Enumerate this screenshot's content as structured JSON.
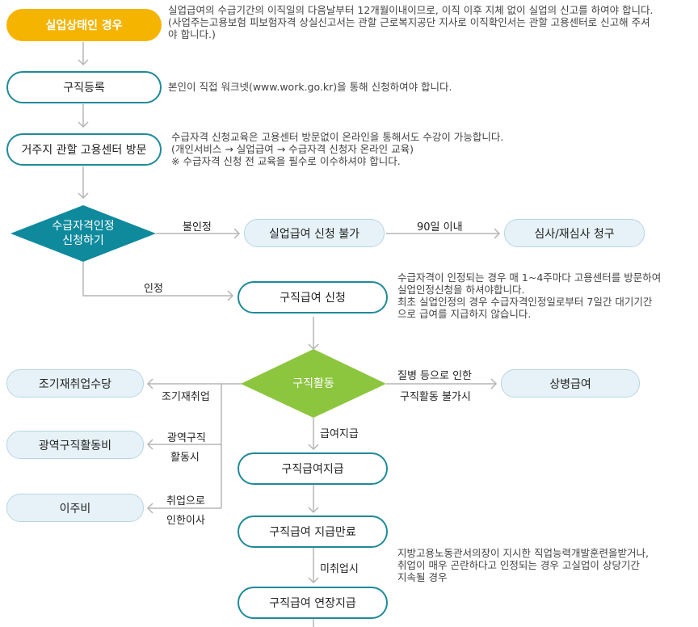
{
  "steps": {
    "unemployed": "실업상태인 경우",
    "job_registration": "구직등록",
    "visit_center": "거주지 관할 고용센터 방문",
    "apply_line1": "수급자격인정",
    "apply_line2": "신청하기",
    "benefit_not_allowed": "실업급여 신청 불가",
    "review_request": "심사/재심사 청구",
    "benefit_apply": "구직급여 신청",
    "job_search": "구직활동",
    "early_reemployment": "조기재취업수당",
    "wide_area": "광역구직활동비",
    "relocation": "이주비",
    "sickness_benefit": "상병급여",
    "benefit_payment": "구직급여지급",
    "benefit_expiry": "구직급여 지급만료",
    "extended_payment": "구직급여 연장지급"
  },
  "labels": {
    "not_approved": "불인정",
    "within_90": "90일 이내",
    "approved": "인정",
    "illness_line1": "질병 등으로 인한",
    "illness_line2": "구직활동 불가시",
    "early_reemp": "조기재취업",
    "wide_line1": "광역구직",
    "wide_line2": "활동시",
    "move_line1": "취업으로",
    "move_line2": "인한이사",
    "payment": "급여지급",
    "not_employed": "미취업시"
  },
  "notes": {
    "unemployed": [
      "실업급여의 수급기간의 이직일의 다음날부터 12개월이내이므로, 이직 이후 지체 없이 실업의 신고를 하여야 합니다.",
      "(사업주는고용보험 피보험자격 상실신고서는 관할 근로복지공단 지사로 이직확인서는 관할 고용센터로 신고해 주셔",
      "야 합니다.)"
    ],
    "registration": [
      "본인이 직접 워크넷(www.work.go.kr)을 통해 신청하여야 합니다."
    ],
    "visit": [
      "수급자격 신청교육은 고용센터 방문없이 온라인을 통해서도 수강이 가능합니다.",
      "(개인서비스 → 실업급여 → 수급자격 신청자 온라인 교육)",
      "※ 수급자격 신청 전 교육을 필수로 이수하셔야 합니다."
    ],
    "apply": [
      "수급자격이 인정되는 경우 매 1~4주마다 고용센터를 방문하여",
      "실업인정신청을 하셔야합니다.",
      "최초 실업인정의 경우 수급자격인정일로부터 7일간 대기기간",
      "으로 급여를 지급하지 않습니다."
    ],
    "expiry": [
      "지방고용노동관서의장이 지시한 직업능력개발훈련을받거나,",
      "취업이 매우 곤란하다고 인정되는 경우 고실업이 상당기간",
      "지속될 경우"
    ]
  },
  "colors": {
    "yellow": "#f4b400",
    "teal": "#0f8a9d",
    "green": "#8cc63f",
    "light_blue": "#e6f2f7",
    "outline": "#1f8a98"
  }
}
